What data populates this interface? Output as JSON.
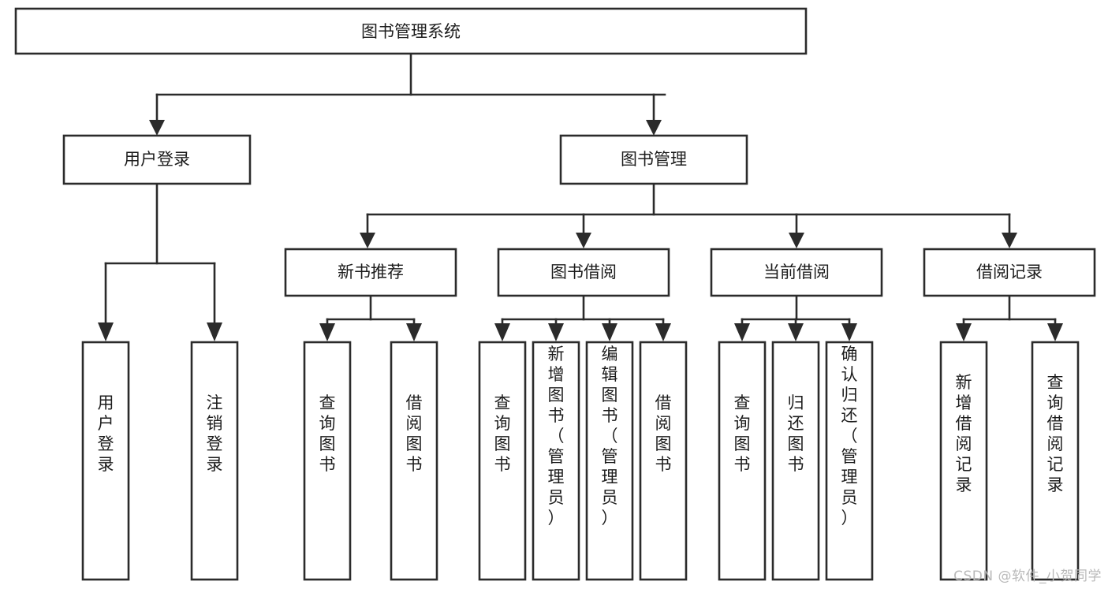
{
  "diagram": {
    "title": "图书管理系统",
    "type": "tree",
    "watermark": "CSDN @软件_小贺同学",
    "colors": {
      "box_fill": "#ffffff",
      "box_stroke": "#2b2b2b",
      "text": "#1c1c1c",
      "watermark": "#b9b9b9",
      "background": "#ffffff"
    },
    "nodes": {
      "root": {
        "label": "图书管理系统",
        "orientation": "horizontal"
      },
      "level2": [
        {
          "id": "user-login",
          "label": "用户登录",
          "orientation": "horizontal"
        },
        {
          "id": "book-manage",
          "label": "图书管理",
          "orientation": "horizontal"
        }
      ],
      "level3": [
        {
          "id": "new-book-recommend",
          "label": "新书推荐",
          "orientation": "horizontal"
        },
        {
          "id": "book-borrow",
          "label": "图书借阅",
          "orientation": "horizontal"
        },
        {
          "id": "current-borrow",
          "label": "当前借阅",
          "orientation": "horizontal"
        },
        {
          "id": "borrow-record",
          "label": "借阅记录",
          "orientation": "horizontal"
        }
      ],
      "leaves": {
        "user-login": [
          {
            "id": "leaf-user-login",
            "label": "用户登录",
            "orientation": "vertical"
          },
          {
            "id": "leaf-user-logout",
            "label": "注销登录",
            "orientation": "vertical"
          }
        ],
        "new-book-recommend": [
          {
            "id": "leaf-query-book-1",
            "label": "查询图书",
            "orientation": "vertical"
          },
          {
            "id": "leaf-borrow-book-1",
            "label": "借阅图书",
            "orientation": "vertical"
          }
        ],
        "book-borrow": [
          {
            "id": "leaf-query-book-2",
            "label": "查询图书",
            "orientation": "vertical"
          },
          {
            "id": "leaf-add-book",
            "label": "新增图书（管理员）",
            "orientation": "vertical"
          },
          {
            "id": "leaf-edit-book",
            "label": "编辑图书（管理员）",
            "orientation": "vertical"
          },
          {
            "id": "leaf-borrow-book-2",
            "label": "借阅图书",
            "orientation": "vertical"
          }
        ],
        "current-borrow": [
          {
            "id": "leaf-query-book-3",
            "label": "查询图书",
            "orientation": "vertical"
          },
          {
            "id": "leaf-return-book",
            "label": "归还图书",
            "orientation": "vertical"
          },
          {
            "id": "leaf-confirm-return",
            "label": "确认归还（管理员）",
            "orientation": "vertical"
          }
        ],
        "borrow-record": [
          {
            "id": "leaf-add-record",
            "label": "新增借阅记录",
            "orientation": "vertical"
          },
          {
            "id": "leaf-query-record",
            "label": "查询借阅记录",
            "orientation": "vertical"
          }
        ]
      }
    }
  }
}
